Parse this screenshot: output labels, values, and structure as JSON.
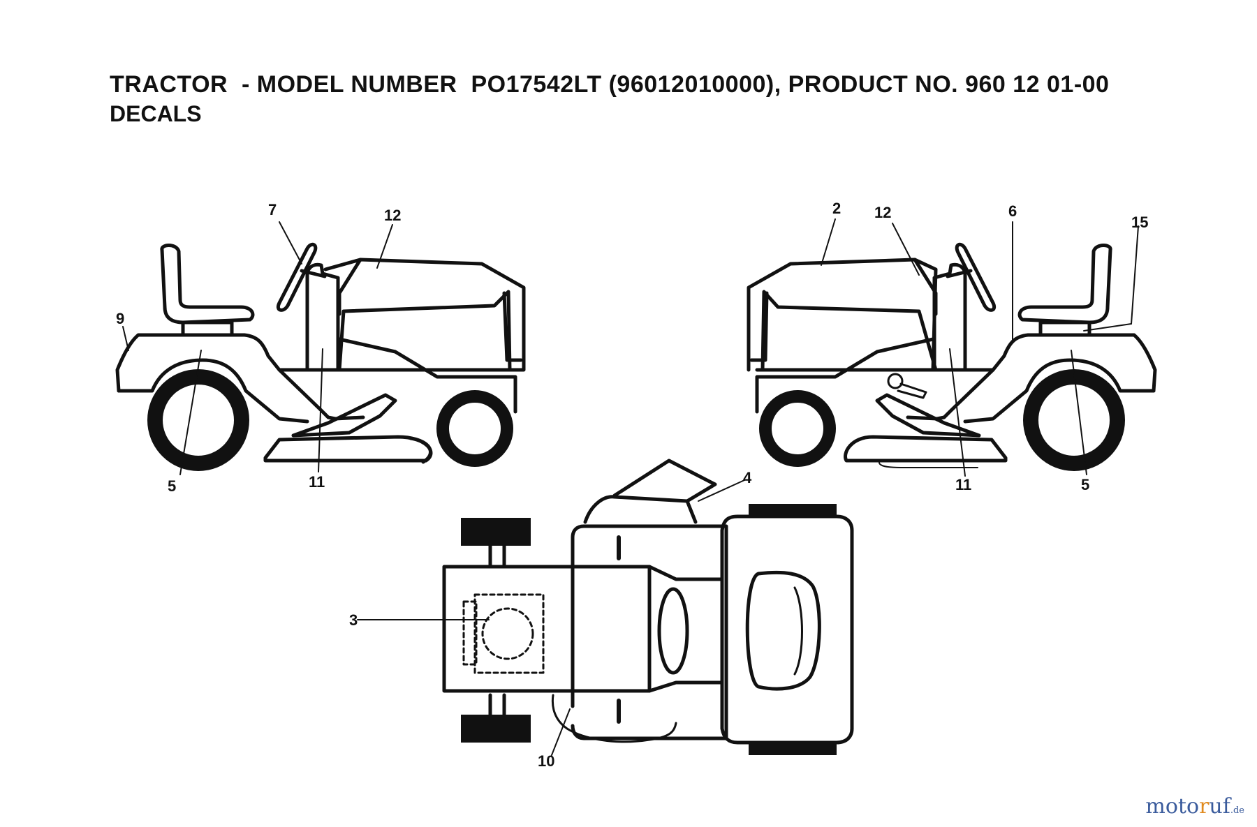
{
  "header": {
    "title": "TRACTOR  - MODEL NUMBER  PO17542LT (96012010000), PRODUCT NO. 960 12 01-00",
    "subtitle": "DECALS"
  },
  "callouts": {
    "left_7": "7",
    "left_12": "12",
    "left_9": "9",
    "left_5": "5",
    "left_11": "11",
    "right_2": "2",
    "right_12": "12",
    "right_6": "6",
    "right_15": "15",
    "right_11": "11",
    "right_5": "5",
    "top_4": "4",
    "top_3": "3",
    "top_10": "10"
  },
  "watermark": {
    "text_a": "moto",
    "text_b": "r",
    "text_c": "uf",
    "suffix": ".de"
  },
  "colors": {
    "line": "#111111",
    "watermark_blue": "#3a5b9c",
    "watermark_orange": "#e08a1e"
  }
}
